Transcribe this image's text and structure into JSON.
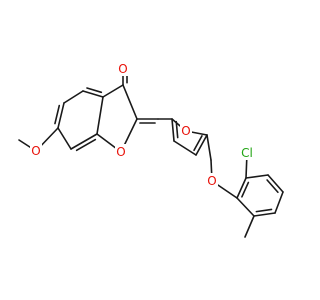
{
  "colors": {
    "bond": "#1a1a1a",
    "oxygen": "#e8120a",
    "chlorine": "#22a515",
    "background": "#ffffff"
  },
  "atom_labels": {
    "carbonyl_oxygen": "O",
    "furanone_ring_oxygen": "O",
    "methoxy_oxygen": "O",
    "furan_oxygen": "O",
    "ether_oxygen": "O",
    "chlorine": "Cl"
  }
}
